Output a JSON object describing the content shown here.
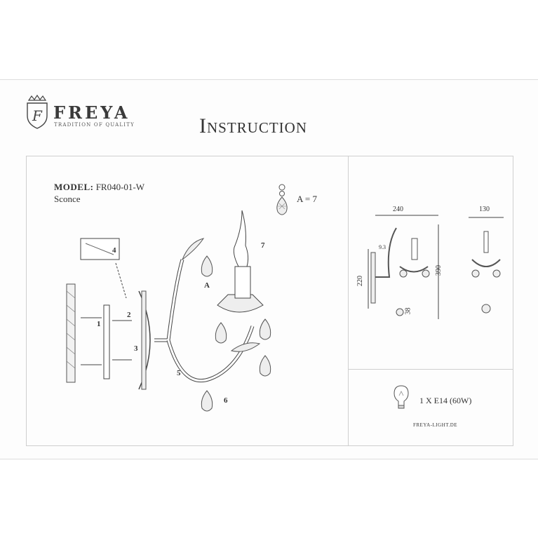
{
  "brand": {
    "name": "FREYA",
    "tagline": "TRADITION OF QUALITY",
    "logo_letter": "F"
  },
  "title": "Instruction",
  "model": {
    "label": "MODEL:",
    "code": "FR040-01-W",
    "type": "Sconce"
  },
  "parts": {
    "a_label": "A",
    "a_count": "A = 7",
    "callouts": [
      "1",
      "2",
      "3",
      "4",
      "5",
      "6",
      "7"
    ]
  },
  "dimensions": {
    "width": "240",
    "height": "390",
    "backplate": "220",
    "offset": "9.3",
    "drop": "38",
    "depth": "130"
  },
  "lamp": {
    "spec": "1 X E14 (60W)",
    "website": "FREYA-LIGHT.DE"
  }
}
